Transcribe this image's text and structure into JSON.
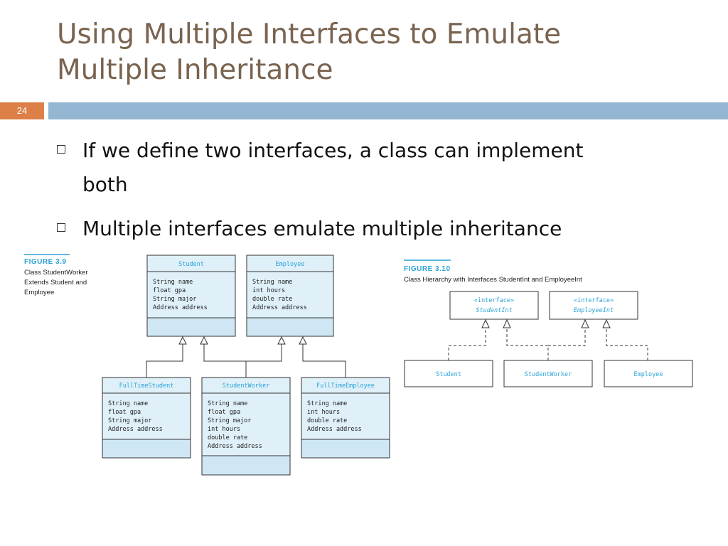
{
  "slide": {
    "title_line1": "Using Multiple Interfaces to Emulate",
    "title_line2": "Multiple Inheritance",
    "number": "24",
    "bullets": [
      {
        "line1": "If we define two interfaces, a class can implement",
        "line2": "both"
      },
      {
        "line1": "Multiple interfaces emulate multiple inheritance",
        "line2": ""
      }
    ]
  },
  "figure_39": {
    "label": "FIGURE 3.9",
    "caption_lines": [
      "Class StudentWorker",
      "Extends Student and",
      "Employee"
    ],
    "classes": [
      {
        "name": "Student",
        "fields": [
          "String name",
          "float gpa",
          "String major",
          "Address address"
        ]
      },
      {
        "name": "Employee",
        "fields": [
          "String name",
          "int hours",
          "double rate",
          "Address address"
        ]
      },
      {
        "name": "FullTimeStudent",
        "fields": [
          "String name",
          "float gpa",
          "String major",
          "Address address"
        ]
      },
      {
        "name": "StudentWorker",
        "fields": [
          "String name",
          "float gpa",
          "String major",
          "int hours",
          "double rate",
          "Address address"
        ]
      },
      {
        "name": "FullTimeEmployee",
        "fields": [
          "String name",
          "int hours",
          "double rate",
          "Address address"
        ]
      }
    ]
  },
  "figure_310": {
    "label": "FIGURE 3.10",
    "caption": "Class Hierarchy with Interfaces StudentInt and EmployeeInt",
    "interfaces": [
      {
        "stereotype": "«interface»",
        "name": "StudentInt"
      },
      {
        "stereotype": "«interface»",
        "name": "EmployeeInt"
      }
    ],
    "classes": [
      "Student",
      "StudentWorker",
      "Employee"
    ]
  },
  "colors": {
    "title": "#7a6450",
    "band": "#94b6d2",
    "number_box": "#dd8047",
    "class_fill": "#dff0f9",
    "class_section": "#cfe7f5",
    "accent_text": "#2aa3d6"
  }
}
